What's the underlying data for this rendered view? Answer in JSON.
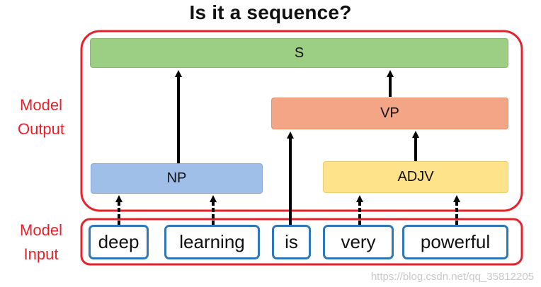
{
  "title": "Is it a sequence?",
  "labels": {
    "output": [
      "Model",
      "Output"
    ],
    "input": [
      "Model",
      "Input"
    ]
  },
  "nodes": {
    "s": "S",
    "vp": "VP",
    "np": "NP",
    "adjv": "ADJV"
  },
  "words": [
    "deep",
    "learning",
    "is",
    "very",
    "powerful"
  ],
  "watermark": "https://blog.csdn.net/qq_35812205",
  "colors": {
    "frame": "#e8202a",
    "word_border": "#2e77b8",
    "s": "#9ccf84",
    "vp": "#f4a585",
    "np": "#9fbfe8",
    "adjv": "#ffe38a"
  }
}
